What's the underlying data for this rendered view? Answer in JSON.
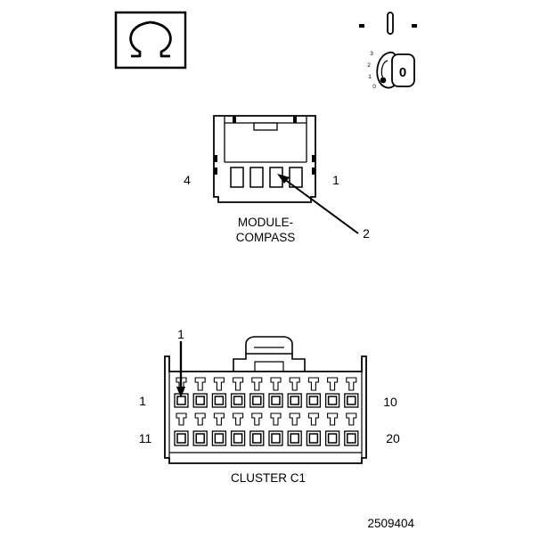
{
  "symbols": {
    "ohm_icon": "ohm-symbol",
    "ignition_icon": "ignition-key-switch",
    "ignition_positions": [
      "3",
      "2",
      "1",
      "0"
    ],
    "ignition_key_letter": "0"
  },
  "compass_connector": {
    "caption_line1": "MODULE-",
    "caption_line2": "COMPASS",
    "pin_left": "4",
    "pin_right": "1",
    "callout": "2"
  },
  "cluster_connector": {
    "caption": "CLUSTER C1",
    "callout": "1",
    "pin_top_left": "1",
    "pin_top_right": "10",
    "pin_bottom_left": "11",
    "pin_bottom_right": "20"
  },
  "figure_number": "2509404"
}
